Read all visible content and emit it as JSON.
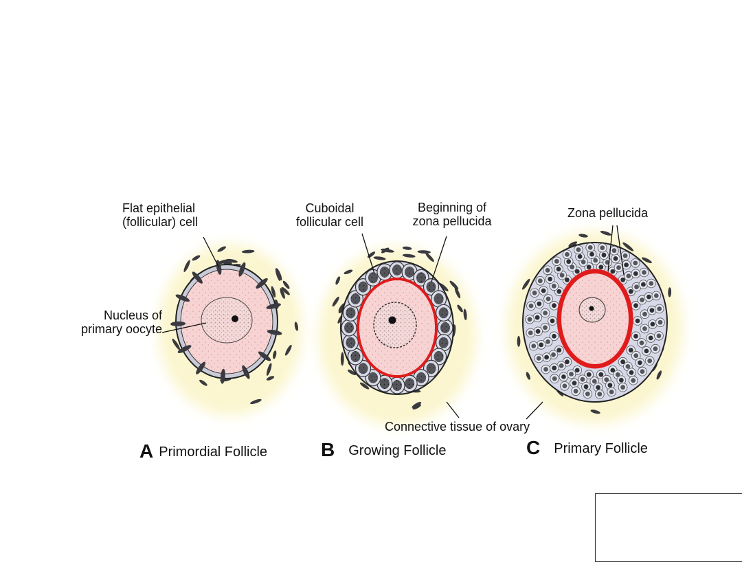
{
  "labels": {
    "flat_cell_line1": "Flat epithelial",
    "flat_cell_line2": "(follicular) cell",
    "nucleus_line1": "Nucleus of",
    "nucleus_line2": "primary oocyte",
    "cuboidal_line1": "Cuboidal",
    "cuboidal_line2": "follicular cell",
    "beginning_line1": "Beginning of",
    "beginning_line2": "zona pellucida",
    "zona": "Zona pellucida",
    "connective": "Connective tissue of ovary"
  },
  "panels": [
    {
      "letter": "A",
      "title": "Primordial Follicle"
    },
    {
      "letter": "B",
      "title": "Growing Follicle"
    },
    {
      "letter": "C",
      "title": "Primary Follicle"
    }
  ],
  "colors": {
    "stroma": "#fbf6cf",
    "cytoplasm": "#f7d3d3",
    "zona_pellucida": "#e01b1b",
    "follicular_cell": "#d9dbe8",
    "nucleus_dark": "#3a3a40"
  }
}
